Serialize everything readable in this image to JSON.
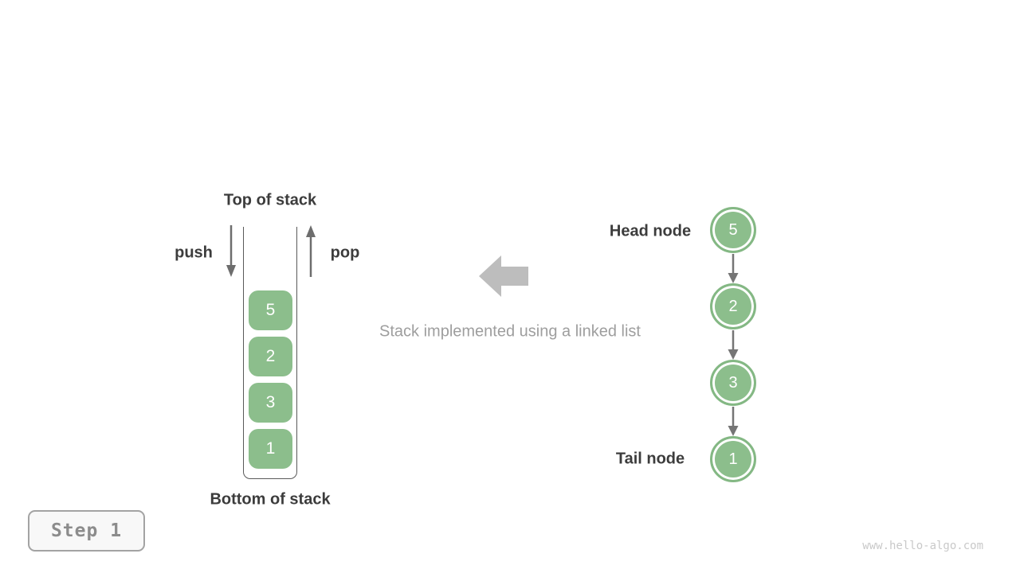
{
  "stack": {
    "top_label": "Top of stack",
    "bottom_label": "Bottom of stack",
    "push_label": "push",
    "pop_label": "pop",
    "items": [
      "5",
      "2",
      "3",
      "1"
    ]
  },
  "center": {
    "caption": "Stack implemented using a linked list"
  },
  "linked_list": {
    "head_label": "Head node",
    "tail_label": "Tail node",
    "nodes": [
      "5",
      "2",
      "3",
      "1"
    ]
  },
  "step_badge": "Step 1",
  "watermark": "www.hello-algo.com",
  "colors": {
    "node_green": "#8cbe8c",
    "node_green_border": "#84b884",
    "arrow_gray": "#6d6d6d",
    "connector_gray": "#757575",
    "block_arrow_gray": "#bdbdbd",
    "caption_gray": "#9e9e9e",
    "text_dark": "#3c3c3c",
    "wall_gray": "#5a5a5a",
    "badge_border": "#a3a3a3",
    "badge_bg": "#f8f8f8",
    "badge_text": "#8c8c8c",
    "watermark_gray": "#c9c9c9"
  }
}
